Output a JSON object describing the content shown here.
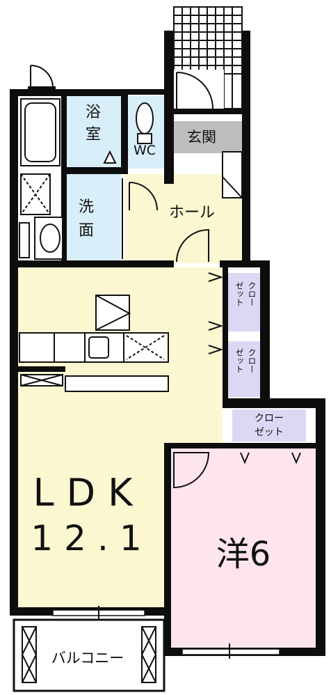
{
  "rooms": {
    "bath": {
      "label_1": "浴",
      "label_2": "室"
    },
    "wc": {
      "label": "WC"
    },
    "entrance": {
      "label": "玄関"
    },
    "washroom": {
      "label_1": "洗",
      "label_2": "面"
    },
    "hall": {
      "label": "ホール"
    },
    "closet_1": {
      "label_col_1": "ゼット",
      "label_col_2": "クロー"
    },
    "closet_2": {
      "label_col_1": "ゼット",
      "label_col_2": "クロー"
    },
    "closet_3": {
      "label_1": "クロー",
      "label_2": "ゼット"
    },
    "ldk": {
      "label_1": "LDK",
      "label_2": "12.1"
    },
    "western": {
      "label": "洋6"
    },
    "balcony": {
      "label": "バルコニー"
    }
  },
  "colors": {
    "wall": "#0d0d0d",
    "ldk_fill": "#fbf7d0",
    "hall_fill": "#fbf7d0",
    "western_fill": "#fde4ee",
    "wet_fill": "#d8eef8",
    "closet_fill": "#dcd8f4",
    "entrance_fill": "#bdbdbd",
    "floor_white": "#ffffff"
  }
}
